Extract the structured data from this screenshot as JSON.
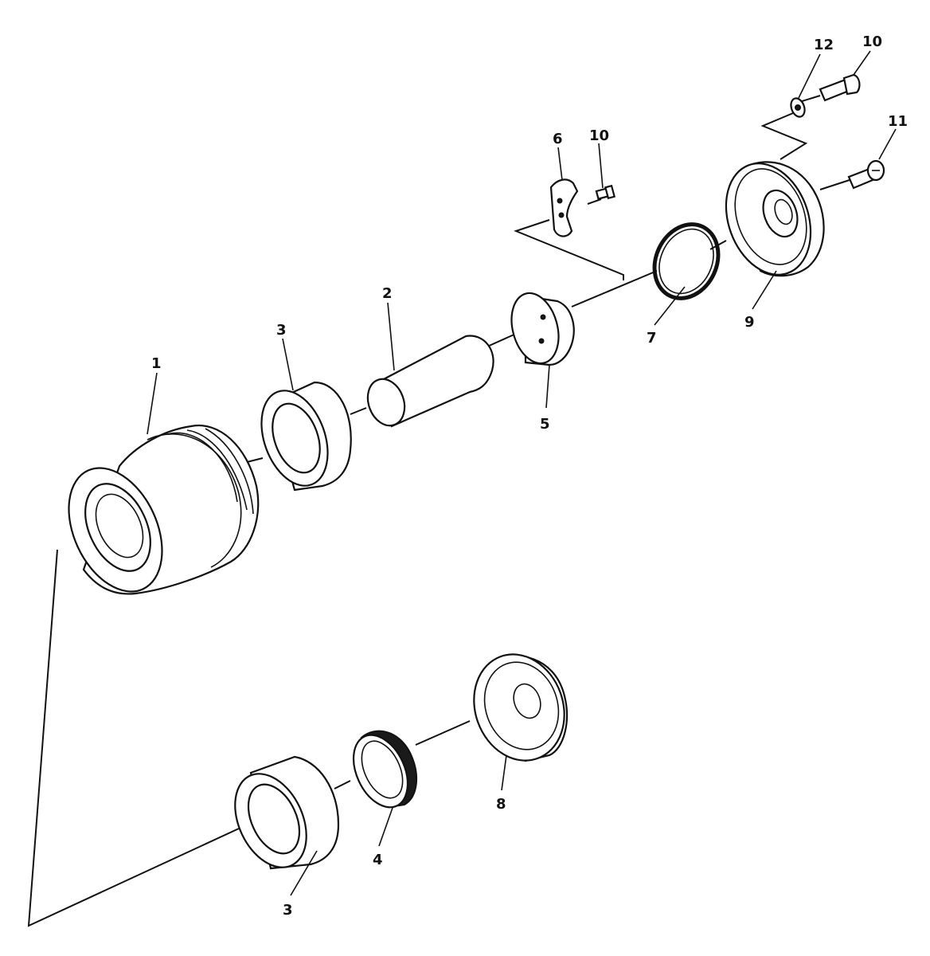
{
  "callouts": {
    "c1": "1",
    "c2": "2",
    "c3a": "3",
    "c3b": "3",
    "c4": "4",
    "c5": "5",
    "c6": "6",
    "c7": "7",
    "c8": "8",
    "c9": "9",
    "c10a": "10",
    "c10b": "10",
    "c11": "11",
    "c12": "12"
  },
  "colors": {
    "ink": "#111111",
    "paper": "#ffffff"
  }
}
